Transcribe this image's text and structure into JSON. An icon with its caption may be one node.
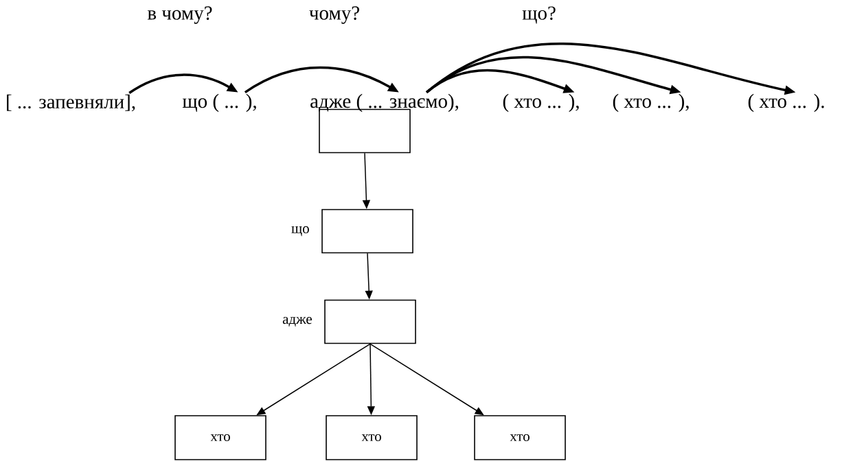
{
  "diagram": {
    "nodes": [
      {
        "text": [
          "[ ... запевняли],"
        ]
      },
      {
        "text": [
          "що ( ... ),"
        ]
      },
      {
        "text": [
          "адже ( ... знаємо),"
        ]
      },
      {
        "text": [
          "( хто ... ),"
        ]
      },
      {
        "text": [
          "( хто ... ),"
        ]
      },
      {
        "text": [
          "( хто ... )."
        ]
      },
      {
        "text": [],
        "shape": "box"
      },
      {
        "text": [],
        "shape": "box",
        "beside": [
          "що"
        ]
      },
      {
        "text": [],
        "shape": "box",
        "beside": [
          "адже"
        ]
      },
      {
        "text": [
          "хто"
        ]
      },
      {
        "text": [
          "хто"
        ]
      },
      {
        "text": [
          "хто"
        ]
      }
    ],
    "edges": [
      {
        "from": 0,
        "to": 1,
        "arrow": "to",
        "label": "в чому?",
        "style": "thick"
      },
      {
        "from": 1,
        "to": 2,
        "arrow": "to",
        "label": "чому?",
        "style": "thick"
      },
      {
        "from": 2,
        "to": 3,
        "arrow": "to",
        "style": "thick"
      },
      {
        "from": 2,
        "to": 4,
        "arrow": "to",
        "style": "thick"
      },
      {
        "from": 2,
        "to": 5,
        "arrow": "to",
        "label": "що?",
        "style": "thick"
      },
      {
        "from": 6,
        "to": 7,
        "arrow": "to"
      },
      {
        "from": 7,
        "to": 8,
        "arrow": "to"
      },
      {
        "from": 8,
        "to": 9,
        "arrow": "to"
      },
      {
        "from": 8,
        "to": 10,
        "arrow": "to"
      },
      {
        "from": 8,
        "to": 11,
        "arrow": "to"
      }
    ]
  }
}
